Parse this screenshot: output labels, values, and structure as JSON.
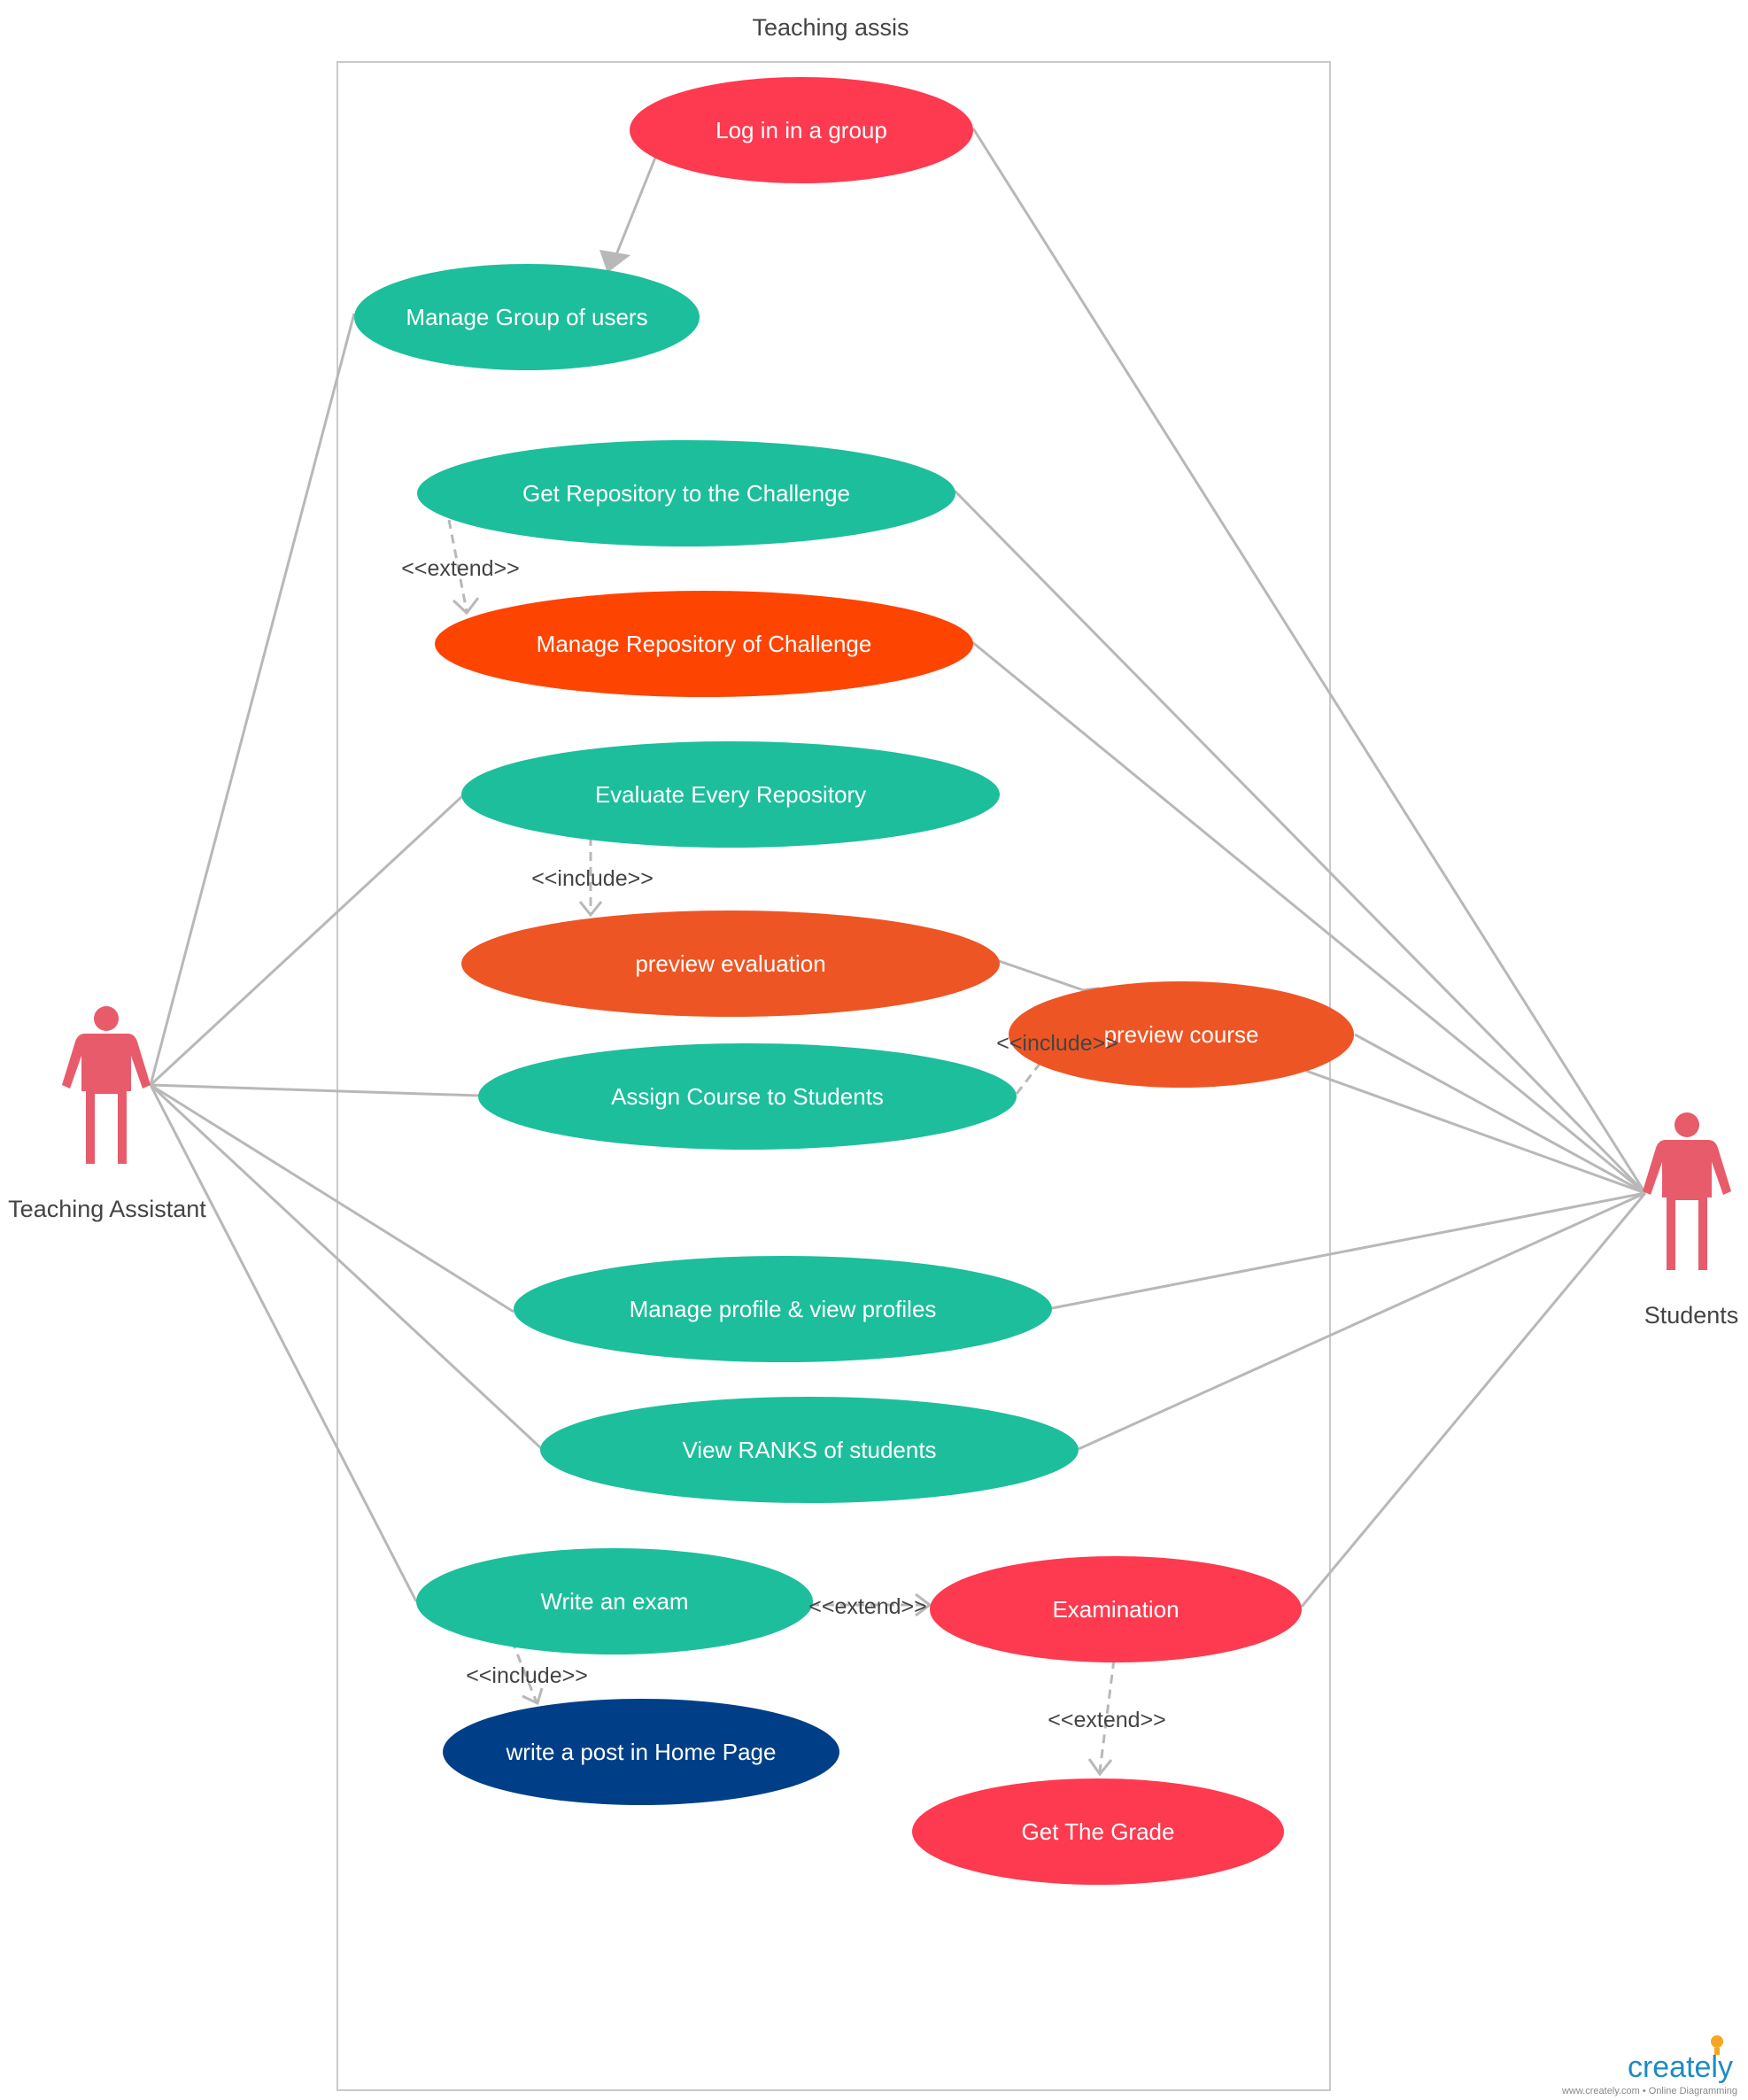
{
  "diagram": {
    "title": "Teaching assis"
  },
  "actors": {
    "left": {
      "name": "Teaching Assistant",
      "color": "#e85b6b"
    },
    "right": {
      "name": "Students",
      "color": "#e85b6b"
    }
  },
  "colors": {
    "teal": "#1dbe9c",
    "red": "#fd3a4f",
    "orange_red": "#fe4401",
    "orange": "#ee5524",
    "navy": "#003f87",
    "line": "#b8b8b8"
  },
  "use_cases": {
    "login": "Log in in a group",
    "manage_group": "Manage Group of users",
    "get_repo": "Get Repository to the Challenge",
    "manage_repo": "Manage Repository of Challenge",
    "evaluate": "Evaluate Every Repository",
    "preview_eval": "preview evaluation",
    "preview_course": "preview course",
    "assign_course": "Assign Course to Students",
    "manage_profile": "Manage profile & view profiles",
    "view_ranks": "View RANKS of students",
    "write_exam": "Write an exam",
    "examination": "Examination",
    "write_post": "write a post in Home Page",
    "get_grade": "Get The Grade"
  },
  "relations": {
    "extend_repo": "<<extend>>",
    "include_eval": "<<include>>",
    "include_course": "<<include>>",
    "extend_exam": "<<extend>>",
    "include_post": "<<include>>",
    "extend_grade": "<<extend>>"
  },
  "watermark": {
    "brand": "creately",
    "tagline": "www.creately.com • Online Diagramming"
  }
}
